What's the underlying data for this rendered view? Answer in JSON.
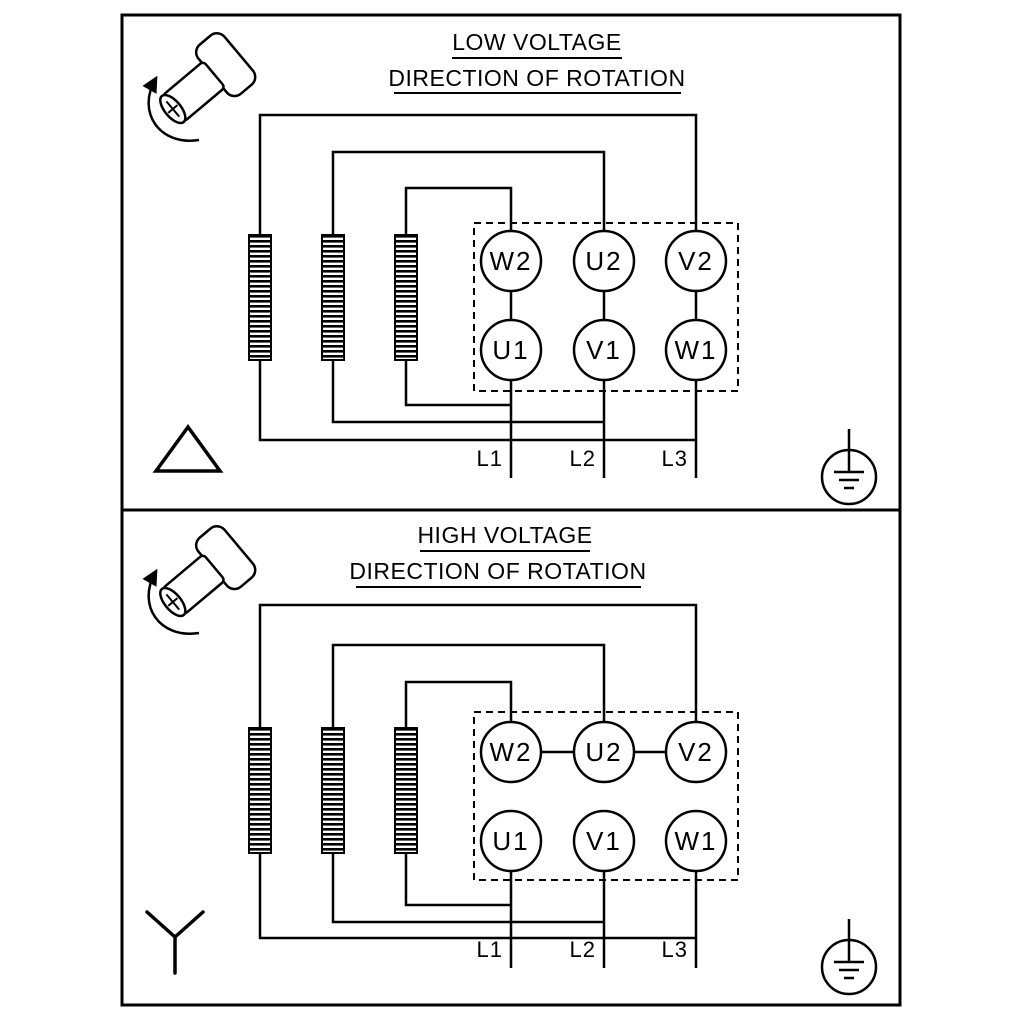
{
  "diagram": {
    "panels": [
      {
        "title": "LOW VOLTAGE",
        "subtitle": "DIRECTION OF ROTATION",
        "connection_symbol": "delta",
        "terminals_top": [
          "W2",
          "U2",
          "V2"
        ],
        "terminals_bottom": [
          "U1",
          "V1",
          "W1"
        ],
        "line_labels": [
          "L1",
          "L2",
          "L3"
        ]
      },
      {
        "title": "HIGH VOLTAGE",
        "subtitle": "DIRECTION OF ROTATION",
        "connection_symbol": "star",
        "terminals_top": [
          "W2",
          "U2",
          "V2"
        ],
        "terminals_bottom": [
          "U1",
          "V1",
          "W1"
        ],
        "line_labels": [
          "L1",
          "L2",
          "L3"
        ]
      }
    ],
    "colors": {
      "ink": "#000000",
      "background": "#ffffff"
    }
  }
}
